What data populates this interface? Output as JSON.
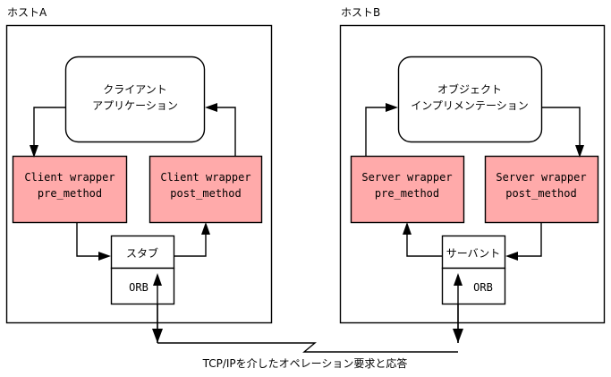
{
  "diagram": {
    "title_hidden": "",
    "colors": {
      "wrapper_fill": "#ffaaaa",
      "stroke": "#000000",
      "background": "#ffffff"
    },
    "caption": "TCP/IPを介したオペレーション要求と応答"
  },
  "hosts": [
    {
      "id": "host-a",
      "label": "ホストA",
      "app": {
        "line1": "クライアント",
        "line2": "アプリケーション"
      },
      "wrappers": [
        {
          "id": "client-pre",
          "line1": "Client wrapper",
          "line2": "pre_method"
        },
        {
          "id": "client-post",
          "line1": "Client wrapper",
          "line2": "post_method"
        }
      ],
      "stack": {
        "top": "スタブ",
        "bottom": "ORB"
      }
    },
    {
      "id": "host-b",
      "label": "ホストB",
      "app": {
        "line1": "オブジェクト",
        "line2": "インプリメンテーション"
      },
      "wrappers": [
        {
          "id": "server-pre",
          "line1": "Server wrapper",
          "line2": "pre_method"
        },
        {
          "id": "server-post",
          "line1": "Server wrapper",
          "line2": "post_method"
        }
      ],
      "stack": {
        "top": "サーバント",
        "bottom": "ORB"
      }
    }
  ]
}
